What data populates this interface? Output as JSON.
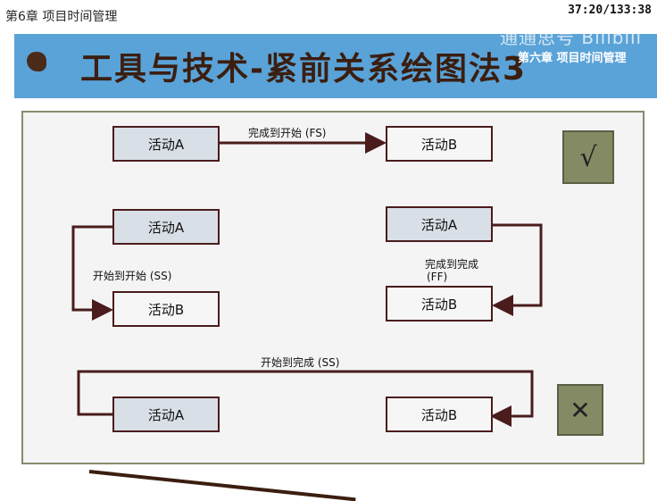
{
  "top_bar": {
    "chapter_label": "第6章 项目时间管理",
    "timer": "37:20/133:38"
  },
  "header": {
    "watermark": "通通思号 Bilibili",
    "title": "工具与技术-紧前关系绘图法3",
    "subtitle": "第六章 项目时间管理"
  },
  "diagrams": {
    "fs": {
      "from": "活动A",
      "to": "活动B",
      "label": "完成到开始 (FS)"
    },
    "ss": {
      "from": "活动A",
      "to": "活动B",
      "label": "开始到开始 (SS)"
    },
    "ff": {
      "from": "活动A",
      "to": "活动B",
      "label_line1": "完成到完成",
      "label_line2": "(FF)"
    },
    "sf": {
      "from": "活动A",
      "to": "活动B",
      "label": "开始到完成 (SS)"
    }
  },
  "marks": {
    "correct": "√",
    "wrong": "✕"
  },
  "colors": {
    "header_bg": "#5aa3d8",
    "arrow": "#4a1c1c",
    "mark_bg": "#848a64"
  }
}
